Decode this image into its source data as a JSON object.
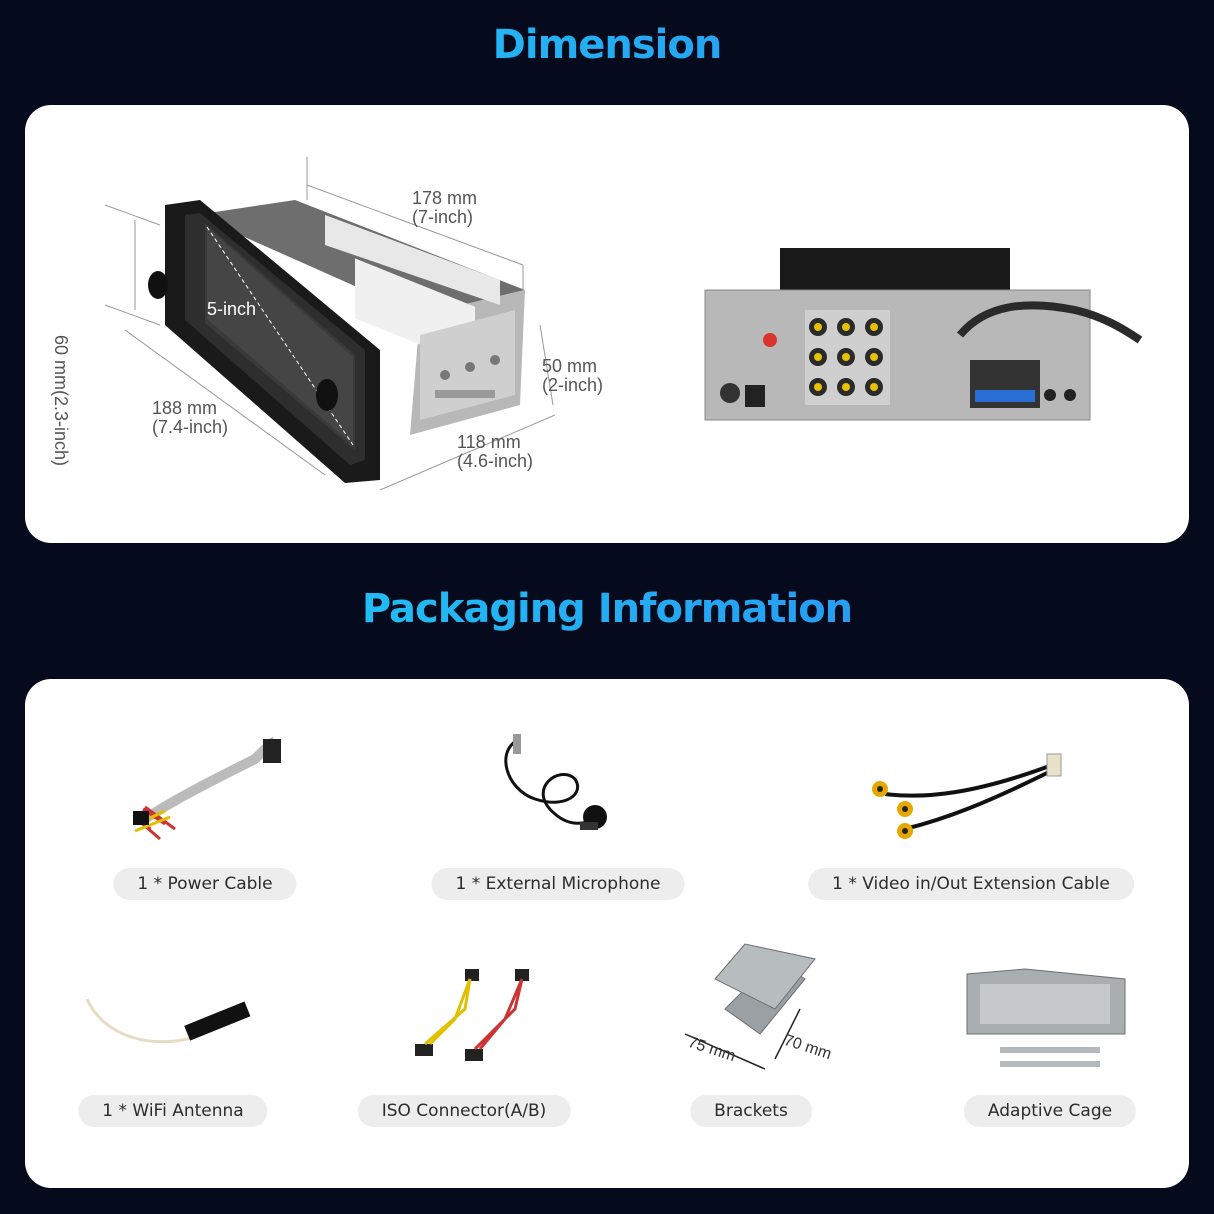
{
  "headings": {
    "dimension": "Dimension",
    "packaging": "Packaging Information"
  },
  "dimension": {
    "length_mm": "178 mm",
    "length_in": "(7-inch)",
    "height_mm": "60 mm(2.3-inch)",
    "screen": "5-inch",
    "depth_mm": "50 mm",
    "depth_in": "(2-inch)",
    "front_mm": "188 mm",
    "front_in": "(7.4-inch)",
    "width_mm": "118 mm",
    "width_in": "(4.6-inch)"
  },
  "packaging": {
    "items": [
      {
        "label": "1 * Power Cable"
      },
      {
        "label": "1 * External Microphone"
      },
      {
        "label": "1 * Video in/Out Extension Cable"
      },
      {
        "label": "1 * WiFi Antenna"
      },
      {
        "label": "ISO Connector(A/B)"
      },
      {
        "label": "Brackets"
      },
      {
        "label": "Adaptive Cage"
      }
    ],
    "bracket_dim_a": "75 mm",
    "bracket_dim_b": "70 mm"
  },
  "colors": {
    "background": "#050b1c",
    "heading_from": "#1fd3f5",
    "heading_to": "#2a86f0",
    "panel": "#ffffff",
    "pill": "#ededed"
  }
}
